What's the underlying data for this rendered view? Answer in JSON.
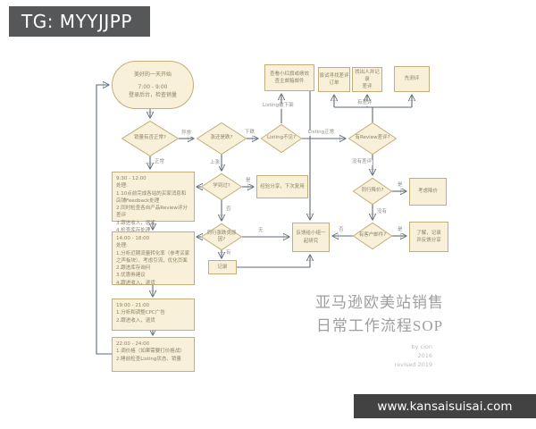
{
  "badge": {
    "text": "TG: MYYJJPP"
  },
  "watermark": {
    "url": "www.kansaisuisai.com"
  },
  "title": {
    "line1": "亚马逊欧美站销售",
    "line2": "日常工作流程SOP",
    "credit1": "by cion",
    "credit2": "2016",
    "credit3": "revised 2019"
  },
  "nodes": {
    "start": {
      "lines": [
        "美好的一天开始",
        "7:00 - 9:00",
        "登录后台，检查销量"
      ]
    },
    "d1": {
      "label": "销量有否正常?"
    },
    "d2": {
      "label": "涨还是跌?"
    },
    "d3": {
      "label": "Listing不见?"
    },
    "d4": {
      "label": "有Review差评?"
    },
    "d5": {
      "label": "学到过?"
    },
    "d6": {
      "label": "同行涨跌类原因?"
    },
    "d7": {
      "label": "同行降价?"
    },
    "d8": {
      "label": "有客户邮件?"
    },
    "t1": {
      "lines": [
        "查看小红旗或绩效",
        "查主邮箱邮件"
      ]
    },
    "t2": {
      "lines": [
        "尝试寻找差评",
        "订单"
      ]
    },
    "t3": {
      "lines": [
        "找出人并记录",
        "差评"
      ]
    },
    "t4": {
      "label": "先测评"
    },
    "m1": {
      "label": "经验分享，下次复用"
    },
    "m2": {
      "label": "记录"
    },
    "c": {
      "lines": [
        "反馈给小组一",
        "起研究"
      ]
    },
    "r1": {
      "label": "考虑降价"
    },
    "r2": {
      "lines": [
        "了解，记录",
        "并反馈分享"
      ]
    },
    "b1": {
      "lines": [
        "9:30 - 12:00",
        "处理:",
        "1.10点前完成各站的买家消息和店铺Feedback处理",
        "2.同时检查各自产品Review评分差评",
        "3.跟进收入，退货",
        "4.检查库存处理"
      ]
    },
    "b2": {
      "lines": [
        "14:00 - 18:00",
        "处理:",
        "1.分析近期流量转化率（参考买家之声板块）、考虑引流，优化页面",
        "2.跟进库存询问",
        "3.优惠券建议",
        "4.跟进收入，退货"
      ]
    },
    "b3": {
      "lines": [
        "19:00 - 21:00",
        "1.分析和调整CPC广告",
        "2.跟进收入，退货"
      ]
    },
    "b4": {
      "lines": [
        "22:00 - 24:00",
        "1.调价格（如果需要打价格战）",
        "2.睡前检查Listing状态、销量"
      ]
    }
  },
  "edge_labels": {
    "d1_right": "异常",
    "d1_down": "正常",
    "d2_right": "下跌",
    "d2_down": "上涨",
    "d3_up": "Listing被下架",
    "d3_right": "Listing正常",
    "d4_up": "有差评",
    "d4_down": "没有差评",
    "d5_right": "是",
    "d5_down": "否",
    "d6_right": "无",
    "d6_down": "有",
    "d7_right": "是",
    "d7_down": "没有",
    "d8_right": "是",
    "d8_left": "否"
  },
  "colors": {
    "node_fill": "#f8f0d8",
    "node_border": "#c2ae79",
    "wire": "#5e6a73",
    "badge_bg": "#565759",
    "watermark_bg": "#424242"
  }
}
